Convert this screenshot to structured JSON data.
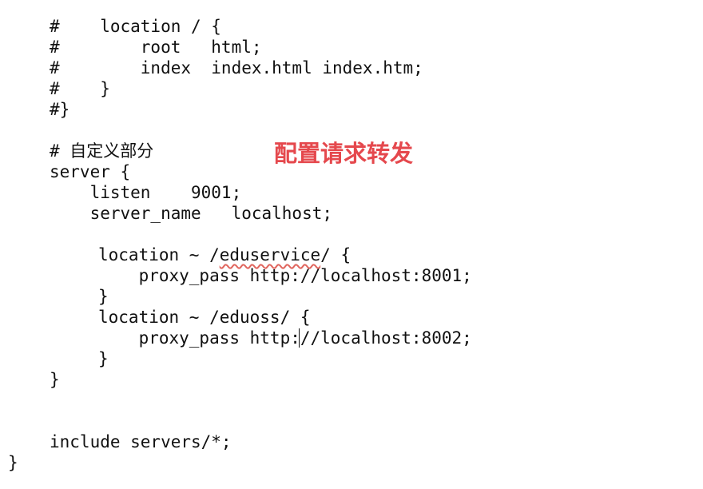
{
  "code": {
    "lines": [
      "#    location / {",
      "#        root   html;",
      "#        index  index.html index.htm;",
      "#    }",
      "#}",
      "# 自定义部分",
      "server {",
      "    listen    9001;",
      "    server_name   localhost;",
      "location ~ /",
      "eduservice",
      "/ {",
      "    proxy_pass http://localhost:8001;",
      "}",
      "location ~ /eduoss/ {",
      "    proxy_pass http://localhost:8002;",
      "}",
      "}",
      "include servers/*;",
      "}"
    ]
  },
  "annotation": {
    "text": "配置请求转发",
    "color": "#e5484d"
  },
  "spellcheck_color": "#e0665e"
}
